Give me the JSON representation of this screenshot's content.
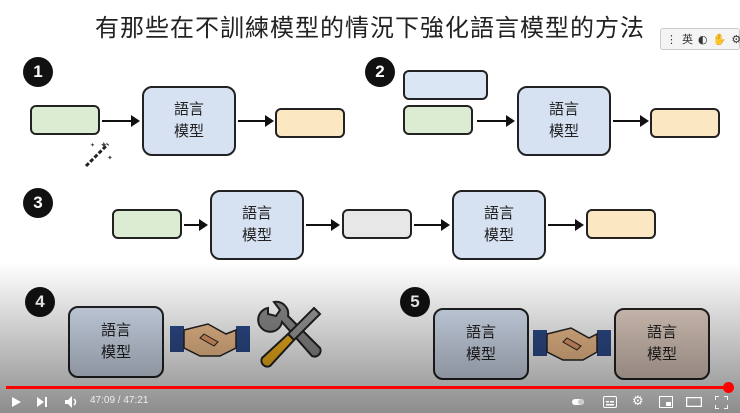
{
  "slide": {
    "title": "有那些在不訓練模型的情況下強化語言模型的方法",
    "numbers": [
      "1",
      "2",
      "3",
      "4",
      "5"
    ],
    "lm_line1": "語言",
    "lm_line2": "模型"
  },
  "ime_toolbar": {
    "lang": "英"
  },
  "player": {
    "time_display": "47:09 / 47:21",
    "progress_fraction": 0.996,
    "accent_color": "#ff0000"
  }
}
